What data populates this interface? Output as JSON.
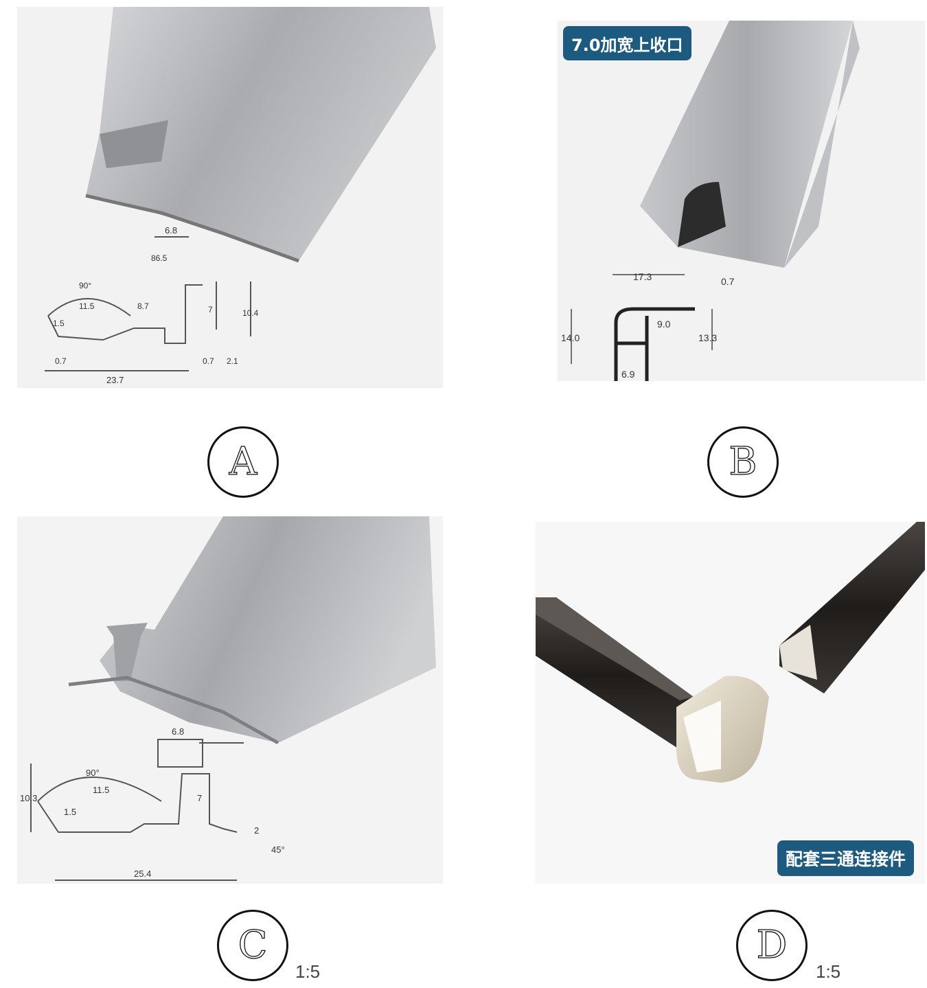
{
  "panels": [
    {
      "id": "A",
      "label": "A",
      "scale": "",
      "dims": [
        "6.8",
        "86.5",
        "90°",
        "11.5",
        "8.7",
        "1.5",
        "7",
        "10.4",
        "0.7",
        "0.7",
        "2.1",
        "23.7"
      ]
    },
    {
      "id": "B",
      "label": "B",
      "scale": "",
      "badge": "7.0加宽上收口",
      "dims": [
        "17.3",
        "0.7",
        "9.0",
        "14.0",
        "13.3",
        "6.9"
      ]
    },
    {
      "id": "C",
      "label": "C",
      "scale": "1:5",
      "dims": [
        "6.8",
        "90°",
        "11.5",
        "1.5",
        "10.3",
        "7",
        "2",
        "45°",
        "25.4"
      ]
    },
    {
      "id": "D",
      "label": "D",
      "scale": "1:5",
      "badge": "配套三通连接件"
    }
  ],
  "colors": {
    "aluminum": "#b7b9bd",
    "dark_profile": "#2e2a27",
    "badge": "#1d5a80"
  }
}
